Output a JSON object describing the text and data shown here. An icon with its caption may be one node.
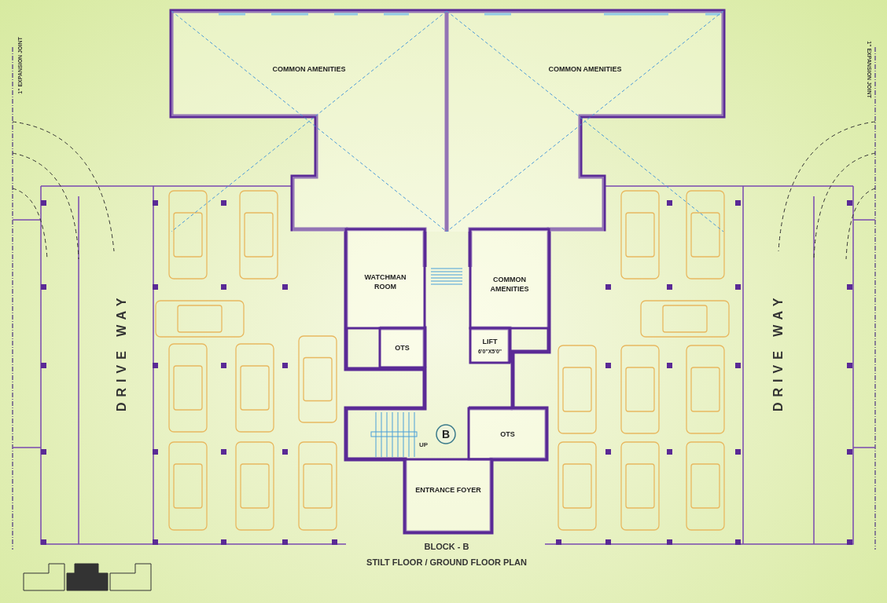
{
  "diagram": {
    "title": "BLOCK - B",
    "caption": "STILT FLOOR / GROUND FLOOR PLAN",
    "nodes": [
      {
        "text": [
          "COMMON AMENITIES"
        ]
      },
      {
        "text": [
          "COMMON AMENITIES"
        ]
      },
      {
        "text": [
          "WATCHMAN ROOM"
        ]
      },
      {
        "text": [
          "COMMON AMENITIES"
        ]
      },
      {
        "text": [
          "OTS"
        ]
      },
      {
        "text": [
          "LIFT",
          "6'0\"X5'0\""
        ]
      },
      {
        "text": [
          "OTS"
        ]
      },
      {
        "text": [
          "B"
        ]
      },
      {
        "text": [
          "ENTRANCE FOYER"
        ]
      }
    ],
    "edges": [],
    "labels": [
      "1\" EXPANSION JOINT",
      "1\" EXPANSION JOINT",
      "DRIVE WAY",
      "DRIVE WAY",
      "UP"
    ]
  }
}
